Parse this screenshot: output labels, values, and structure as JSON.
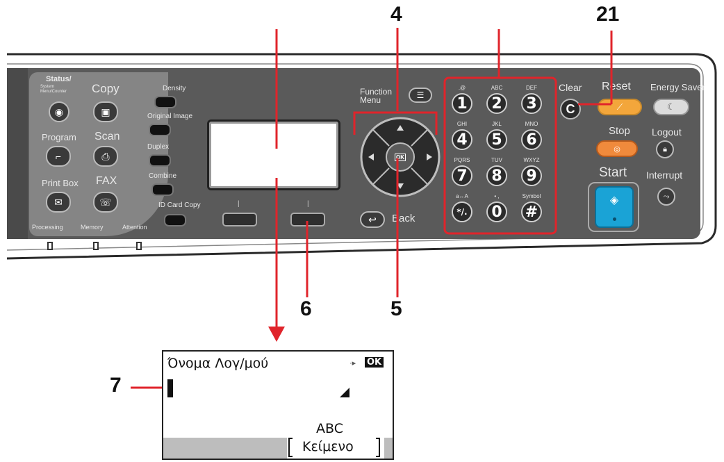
{
  "panel": {
    "mode_keys": {
      "status": "Status/",
      "status_sub": "System Menu/Counter",
      "copy": "Copy",
      "program": "Program",
      "scan": "Scan",
      "print_box": "Print Box",
      "fax": "FAX"
    },
    "indicators": {
      "processing": "Processing",
      "memory": "Memory",
      "attention": "Attention"
    },
    "function_keys": {
      "density": "Density",
      "original_image": "Original Image",
      "duplex": "Duplex",
      "combine": "Combine",
      "id_card_copy": "ID Card Copy"
    },
    "function_menu": "Function Menu",
    "ok": "OK",
    "back": "Back",
    "keypad": [
      {
        "digit": "1",
        "sub": ".@"
      },
      {
        "digit": "2",
        "sub": "ABC"
      },
      {
        "digit": "3",
        "sub": "DEF"
      },
      {
        "digit": "4",
        "sub": "GHI"
      },
      {
        "digit": "5",
        "sub": "JKL"
      },
      {
        "digit": "6",
        "sub": "MNO"
      },
      {
        "digit": "7",
        "sub": "PQRS"
      },
      {
        "digit": "8",
        "sub": "TUV"
      },
      {
        "digit": "9",
        "sub": "WXYZ"
      },
      {
        "digit": "*/.",
        "sub": "a↔A"
      },
      {
        "digit": "0",
        "sub": "• ,"
      },
      {
        "digit": "#",
        "sub": "Symbol"
      }
    ],
    "clear": "Clear",
    "clear_glyph": "C",
    "reset": "Reset",
    "energy_saver": "Energy Saver",
    "stop": "Stop",
    "logout": "Logout",
    "start": "Start",
    "interrupt": "Interrupt"
  },
  "callouts": {
    "c4": "4",
    "c21": "21",
    "c6": "6",
    "c5": "5",
    "c7": "7"
  },
  "lcd": {
    "title": "Όνομα Λογ/μού",
    "ok_badge": "OK",
    "mode": "ABC",
    "softkey_label": "Κείμενο"
  },
  "colors": {
    "callout_red": "#e0242b",
    "panel_dark": "#5c5c5c",
    "reset_orange": "#f3a63b",
    "stop_orange": "#f08a3c",
    "start_blue": "#1aa3d6"
  }
}
